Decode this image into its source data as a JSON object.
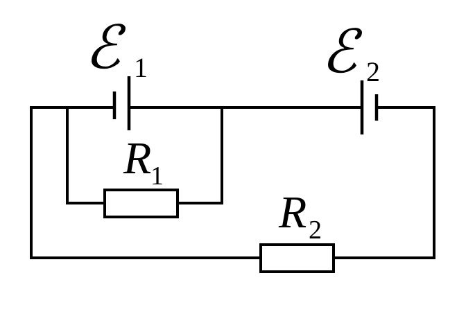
{
  "diagram": {
    "type": "electric-circuit",
    "sources": [
      {
        "symbol": "ℰ",
        "subscript": "1"
      },
      {
        "symbol": "ℰ",
        "subscript": "2"
      }
    ],
    "resistors": [
      {
        "symbol": "R",
        "subscript": "1"
      },
      {
        "symbol": "R",
        "subscript": "2"
      }
    ]
  }
}
